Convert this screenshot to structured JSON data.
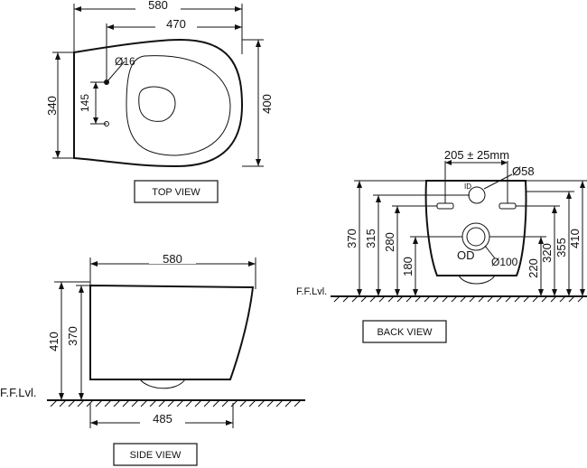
{
  "top_view": {
    "caption": "TOP VIEW",
    "dims": {
      "length": "580",
      "inner_length": "470",
      "width": "340",
      "overall_width": "400",
      "hole_spacing": "145",
      "hole_diameter": "Ø16"
    }
  },
  "side_view": {
    "caption": "SIDE VIEW",
    "floor_label": "F.F.Lvl.",
    "dims": {
      "length": "580",
      "height_outer": "410",
      "height_inner": "370",
      "projection": "485"
    }
  },
  "back_view": {
    "caption": "BACK VIEW",
    "floor_label": "F.F.Lvl.",
    "dims": {
      "bolt_spacing": "205 ± 25mm",
      "inlet_diameter": "Ø58",
      "inlet_label": "ID",
      "outlet_label": "OD",
      "outlet_diameter": "Ø100",
      "h_370": "370",
      "h_315": "315",
      "h_280": "280",
      "h_180": "180",
      "h_320": "320",
      "h_220": "220",
      "h_355": "355",
      "h_410": "410"
    }
  }
}
